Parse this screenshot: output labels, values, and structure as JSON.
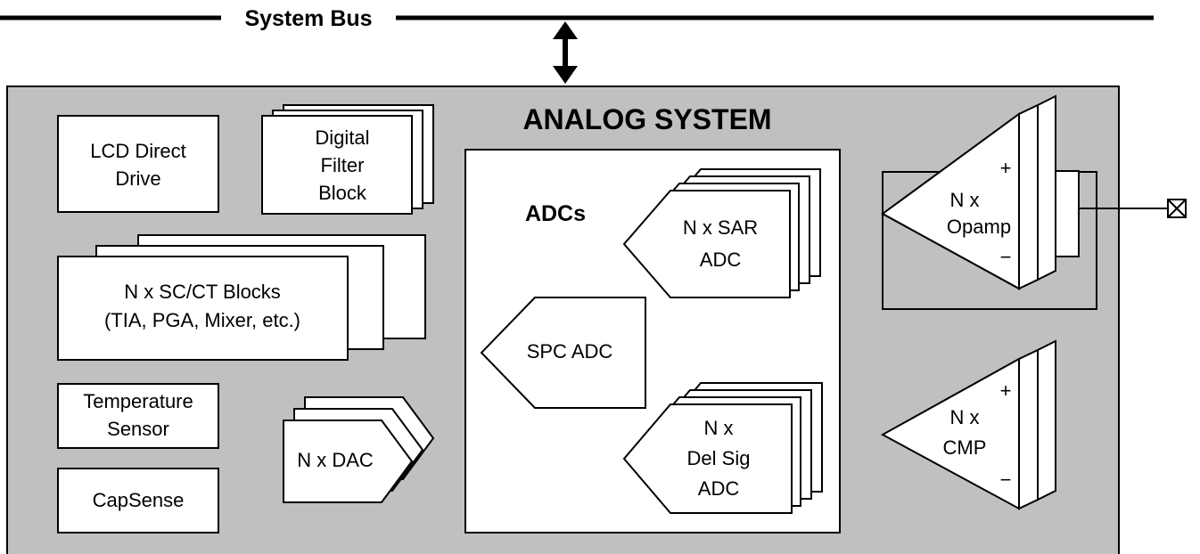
{
  "bus": {
    "label": "System Bus"
  },
  "analog_system": {
    "title": "ANALOG SYSTEM"
  },
  "blocks": {
    "lcd": [
      "LCD Direct",
      "Drive"
    ],
    "digital_filter": [
      "Digital",
      "Filter",
      "Block"
    ],
    "sc_ct": [
      "N x SC/CT Blocks",
      "(TIA, PGA, Mixer, etc.)"
    ],
    "temperature": [
      "Temperature",
      "Sensor"
    ],
    "capsense": [
      "CapSense"
    ],
    "dac": [
      "N x DAC"
    ]
  },
  "adcs": {
    "title": "ADCs",
    "sar": [
      "N x SAR",
      "ADC"
    ],
    "spc": [
      "SPC ADC"
    ],
    "delsig": [
      "N x",
      "Del Sig",
      "ADC"
    ]
  },
  "opamp": {
    "label": [
      "N x",
      "Opamp"
    ],
    "plus": "+",
    "minus": "−"
  },
  "cmp": {
    "label": [
      "N x",
      "CMP"
    ],
    "plus": "+",
    "minus": "−"
  },
  "colors": {
    "panel": "#c0c0c0",
    "stroke": "#000000",
    "block": "#ffffff"
  }
}
